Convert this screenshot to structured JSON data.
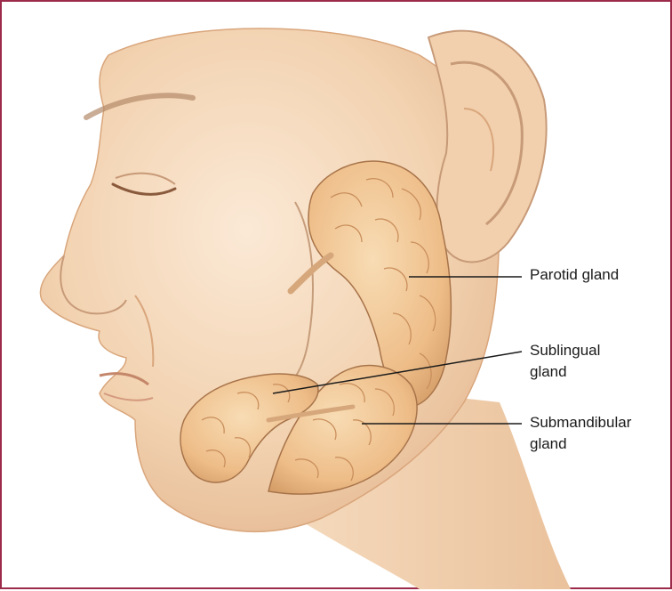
{
  "colors": {
    "border": "#9c2a4a",
    "skin_light": "#f7dfc4",
    "skin_mid": "#ecc39b",
    "skin_shadow": "#d9a67c",
    "gland": "#f0c48e",
    "gland_shadow": "#c98f5c",
    "outline": "#8a5a3c",
    "leader_line": "#1a1a1a"
  },
  "labels": {
    "parotid": {
      "lines": [
        "Parotid gland"
      ]
    },
    "sublingual": {
      "lines": [
        "Sublingual",
        "gland"
      ]
    },
    "submandibular": {
      "lines": [
        "Submandibular",
        "gland"
      ]
    }
  }
}
